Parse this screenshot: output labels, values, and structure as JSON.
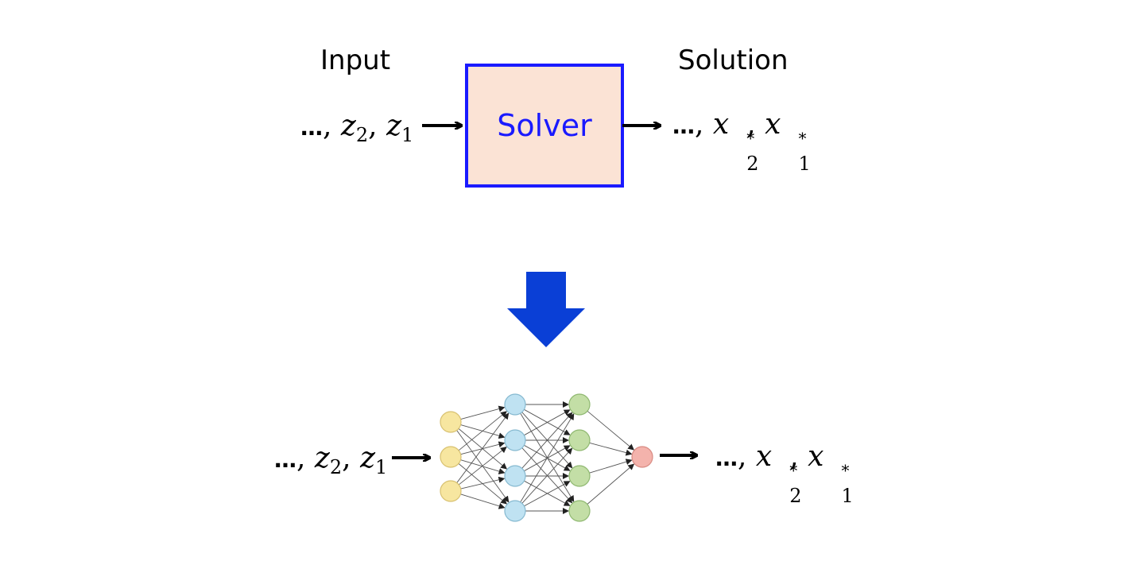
{
  "top": {
    "input_label": "Input",
    "solution_label": "Solution",
    "solver_label": "Solver",
    "input_seq": {
      "dots": "…",
      "sep": ",",
      "a": "z",
      "a_sub": "2",
      "b": "z",
      "b_sub": "1"
    },
    "output_seq": {
      "dots": "…",
      "sep": ",",
      "a": "x",
      "a_sup": "*",
      "a_sub": "2",
      "b": "x",
      "b_sup": "*",
      "b_sub": "1"
    }
  },
  "bottom": {
    "input_seq": {
      "dots": "…",
      "sep": ",",
      "a": "z",
      "a_sub": "2",
      "b": "z",
      "b_sub": "1"
    },
    "output_seq": {
      "dots": "…",
      "sep": ",",
      "a": "x",
      "a_sup": "*",
      "a_sub": "2",
      "b": "x",
      "b_sup": "*",
      "b_sub": "1"
    }
  },
  "colors": {
    "solver_border": "#1a1aff",
    "solver_fill": "#fbe3d5",
    "big_arrow": "#0a3fd6",
    "node_input": "#f7e6a0",
    "node_hidden1": "#bfe2f2",
    "node_hidden2": "#c3dea6",
    "node_output": "#f4b3ac"
  },
  "icons": {
    "transition_arrow": "down-arrow-icon"
  }
}
